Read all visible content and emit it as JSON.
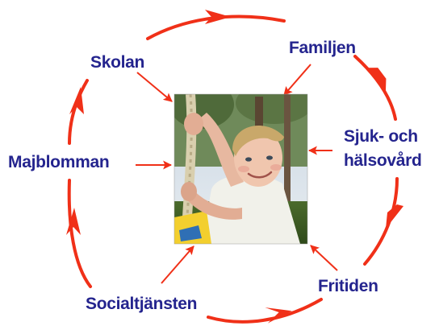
{
  "diagram": {
    "nodes": {
      "skolan": {
        "label": "Skolan"
      },
      "familjen": {
        "label": "Familjen"
      },
      "sjukvard": {
        "line1": "Sjuk- och",
        "line2": "hälsovård"
      },
      "majblomman": {
        "label": "Majblomman"
      },
      "fritiden": {
        "label": "Fritiden"
      },
      "socialtjansten": {
        "label": "Socialtjänsten"
      }
    },
    "center_photo": {
      "icon": "child-on-rope-swing-photo"
    },
    "colors": {
      "arrow": "#f03018",
      "label": "#24248e"
    }
  }
}
